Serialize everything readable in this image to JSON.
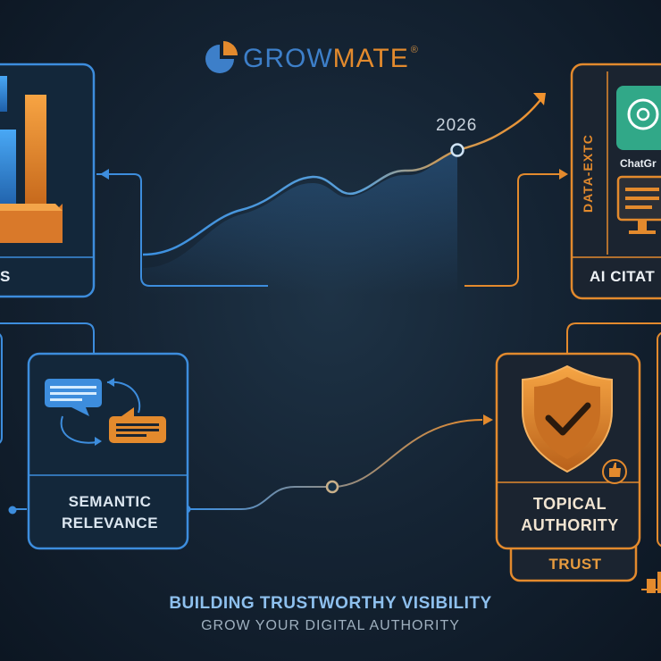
{
  "brand": {
    "name_part1": "GROW",
    "name_part2": "MATE",
    "registered_mark": "®",
    "colors": {
      "blue": "#3d7fc9",
      "orange": "#e38a2d"
    }
  },
  "timeline": {
    "year_label": "2026"
  },
  "cards": {
    "left_top": {
      "label_fragment": "S",
      "icon": "bar-chart-icon"
    },
    "ai_citation": {
      "label_fragment": "AI CITAT",
      "vertical_fragment": "DATA-EXTC",
      "chatgpt_fragment": "ChatGr",
      "icons": [
        "chatgpt-icon",
        "monitor-icon"
      ]
    },
    "semantic": {
      "label_line1": "SEMANTIC",
      "label_line2": "RELEVANCE",
      "icon": "chat-bubbles-icon"
    },
    "topical": {
      "label_line1": "TOPICAL",
      "label_line2": "AUTHORITY",
      "icon": "shield-check-icon",
      "badge_icon": "thumbs-up-icon"
    },
    "trust": {
      "label": "TRUST"
    }
  },
  "tagline": {
    "headline": "BUILDING TRUSTWORTHY VISIBILITY",
    "subline": "GROW YOUR DIGITAL AUTHORITY"
  },
  "palette": {
    "bg_dark": "#0c1622",
    "card_blue": "#2f8fd8",
    "card_orange": "#e38a2d"
  }
}
